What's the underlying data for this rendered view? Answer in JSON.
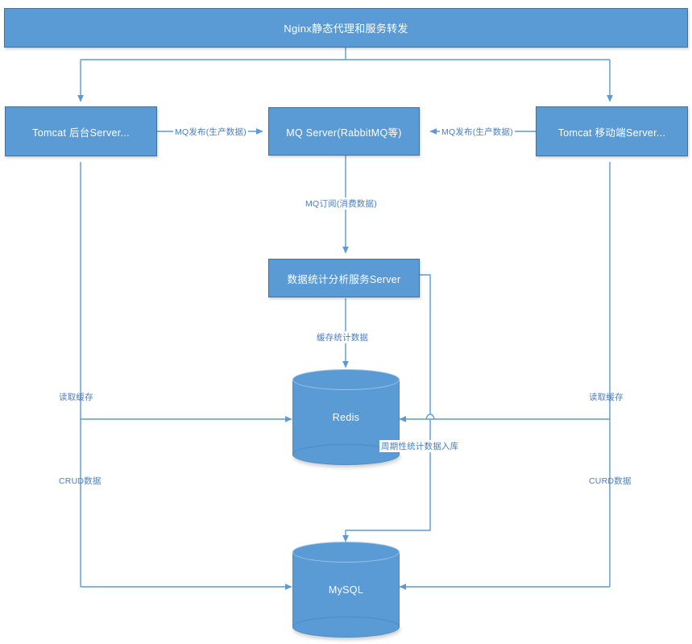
{
  "diagram": {
    "title": "Nginx静态代理和服务转发",
    "accent_color": "#5B9BD5",
    "line_color": "#5B9BD5",
    "label_color": "#4A7EBB",
    "nodes": {
      "nginx": "Nginx静态代理和服务转发",
      "tomcat_backend": "Tomcat 后台Server...",
      "mq_server": "MQ Server(RabbitMQ等)",
      "tomcat_mobile": "Tomcat 移动端Server...",
      "stats_service": "数据统计分析服务Server",
      "redis": "Redis",
      "mysql": "MySQL"
    },
    "edges": {
      "mq_publish_left": "MQ发布(生产数据)",
      "mq_publish_right": "MQ发布(生产数据)",
      "mq_subscribe": "MQ订阅(消费数据)",
      "cache_stats": "缓存统计数据",
      "read_cache_left": "读取缓存",
      "read_cache_right": "读取缓存",
      "periodic_persist": "周期性统计数据入库",
      "crud_left": "CRUD数据",
      "crud_right": "CURD数据"
    }
  }
}
